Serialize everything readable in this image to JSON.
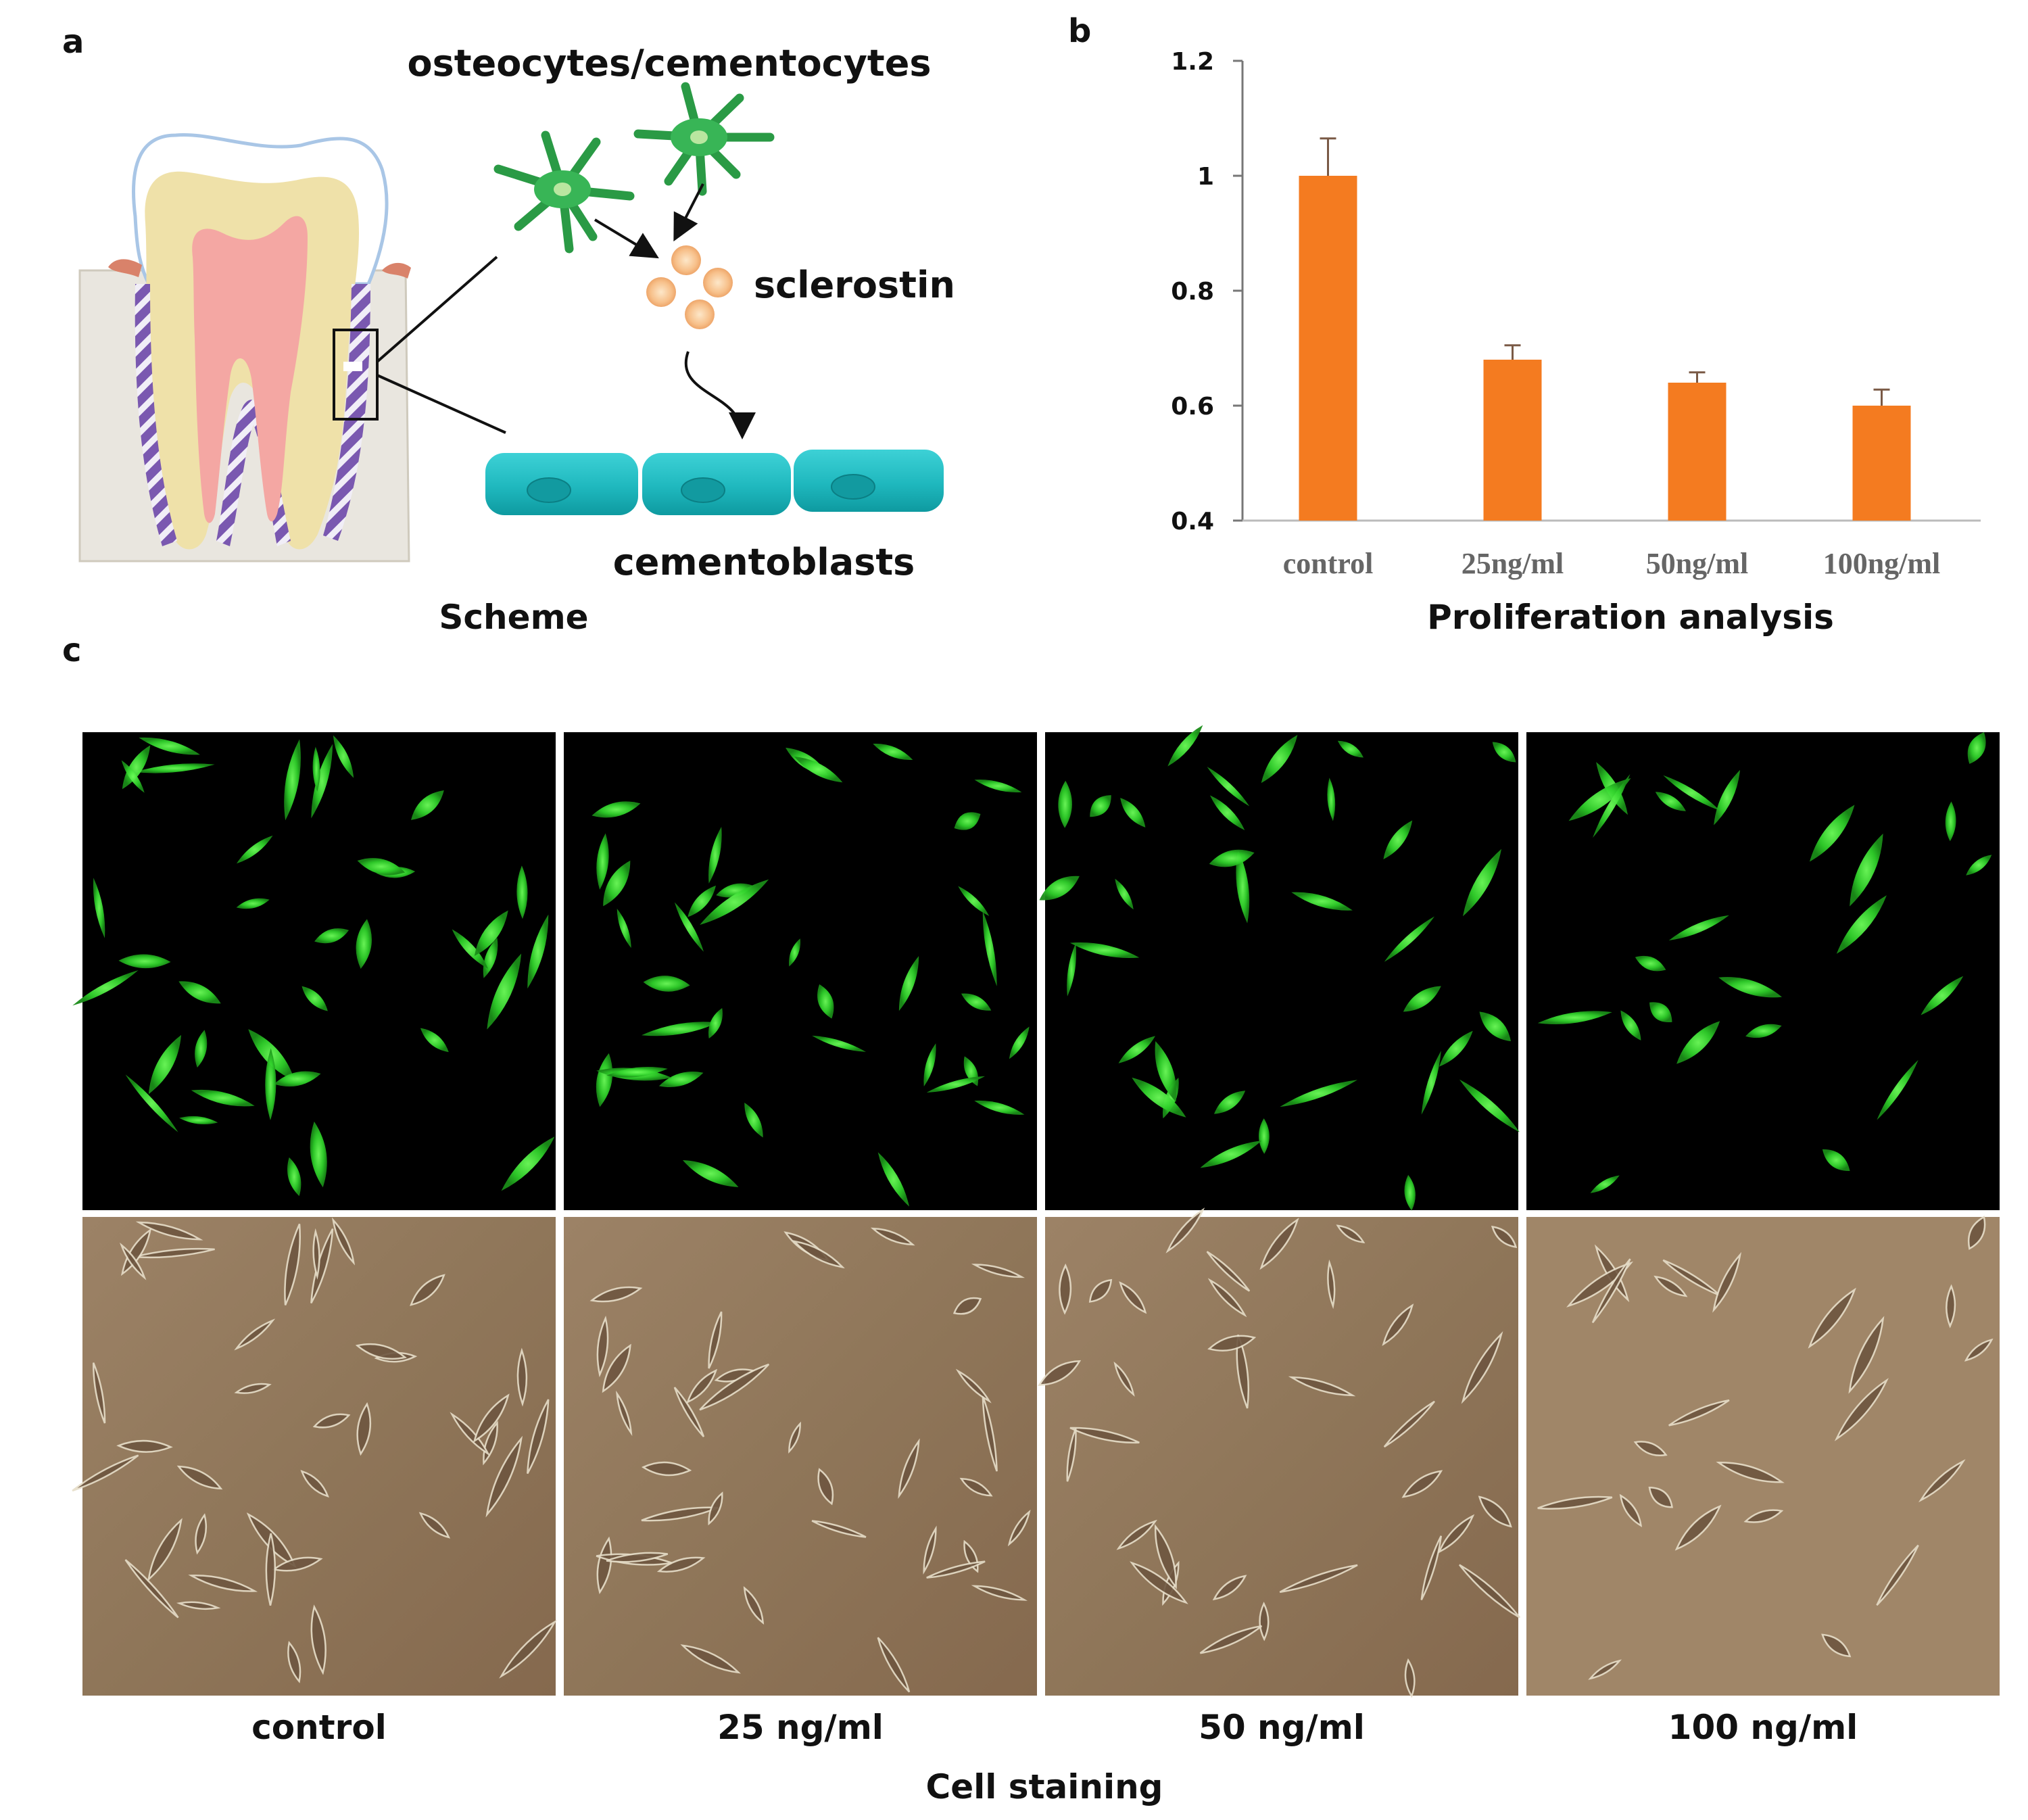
{
  "panels": {
    "a": {
      "letter": "a",
      "caption": "Scheme",
      "labels": {
        "osteocytes": "osteocytes/cementocytes",
        "sclerostin": "sclerostin",
        "cementoblasts": "cementoblasts"
      }
    },
    "b": {
      "letter": "b",
      "caption": "Proliferation analysis"
    },
    "c": {
      "letter": "c",
      "caption": "Cell staining",
      "conditions": [
        "control",
        "25 ng/ml",
        "50 ng/ml",
        "100 ng/ml"
      ]
    }
  },
  "chart_data": {
    "type": "bar",
    "categories": [
      "control",
      "25ng/ml",
      "50ng/ml",
      "100ng/ml"
    ],
    "values": [
      1.0,
      0.68,
      0.64,
      0.6
    ],
    "errors": [
      0.065,
      0.025,
      0.018,
      0.028
    ],
    "ylim": [
      0.4,
      1.2
    ],
    "yticks": [
      0.4,
      0.6,
      0.8,
      1.0,
      1.2
    ],
    "ytick_labels": [
      "0.4",
      "0.6",
      "0.8",
      "1",
      "1.2"
    ],
    "grid": false,
    "bar_color": "#F47B20",
    "error_color": "#7a5a46",
    "title": "",
    "xlabel": "",
    "ylabel": ""
  }
}
